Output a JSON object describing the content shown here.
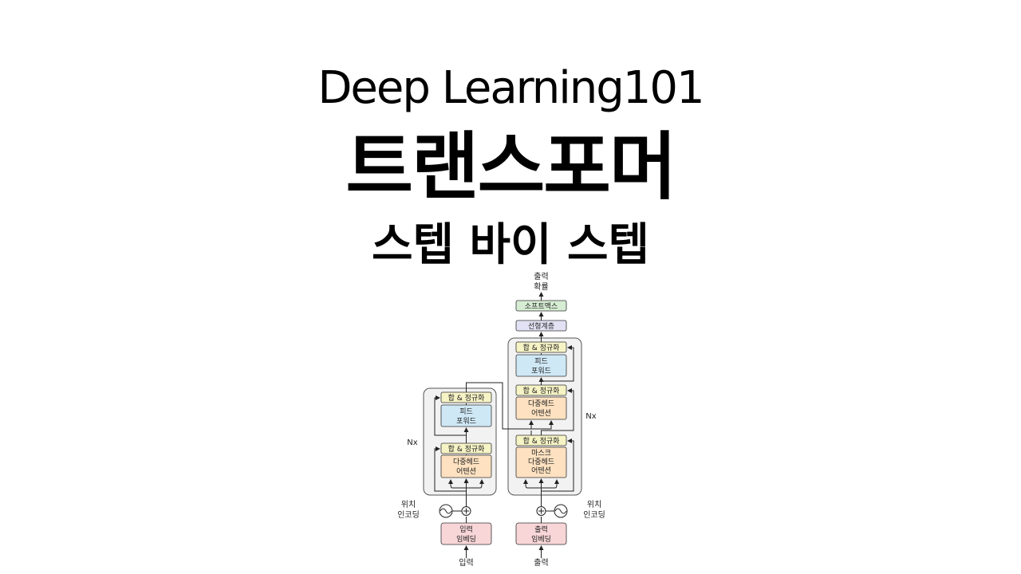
{
  "header": {
    "series": "Deep Learning101",
    "title": "트랜스포머",
    "subtitle": "스텝 바이 스텝"
  },
  "diagram": {
    "output_prob": [
      "출력",
      "확률"
    ],
    "softmax": "소프트맥스",
    "linear": "선형계층",
    "add_norm": "합 & 정규화",
    "feed_forward": [
      "피드",
      "포워드"
    ],
    "multi_head": [
      "다중헤드",
      "어텐션"
    ],
    "masked_multi_head": [
      "마스크",
      "다중헤드",
      "어텐션"
    ],
    "nx": "Nx",
    "positional": [
      "위치",
      "인코딩"
    ],
    "input_embedding": [
      "입력",
      "임베딩"
    ],
    "output_embedding": [
      "출력",
      "임베딩"
    ],
    "input": "입력",
    "output": "출력",
    "colors": {
      "add_norm": "#f6f3c5",
      "feed_forward": "#cfe8f6",
      "attention": "#fde1c0",
      "embedding": "#f8d6d8",
      "linear": "#e3e2f4",
      "softmax": "#d6ecd3",
      "stack_bg": "#f2f2f2"
    }
  }
}
